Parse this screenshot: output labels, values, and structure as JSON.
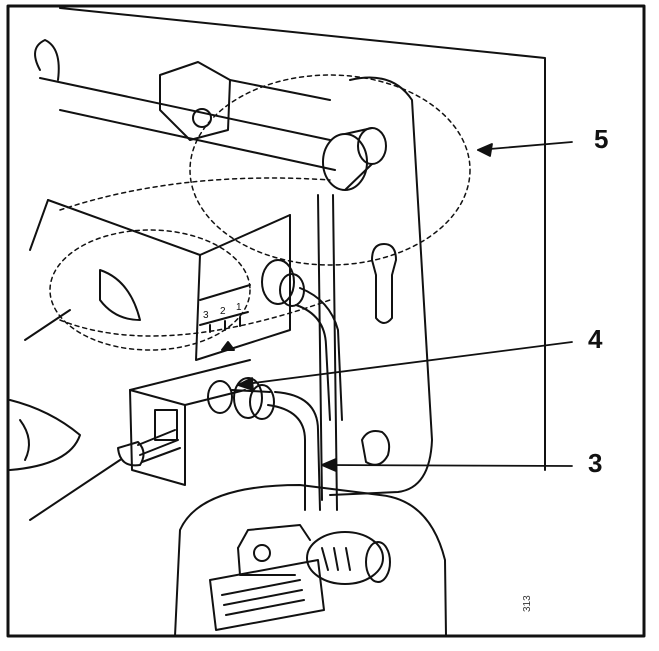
{
  "callouts": {
    "c5": "5",
    "c4": "4",
    "c3": "3"
  },
  "figure_ref": "313",
  "scale_marks": [
    "3",
    "2",
    "1"
  ],
  "colors": {
    "ink": "#111111",
    "paper": "#ffffff"
  }
}
